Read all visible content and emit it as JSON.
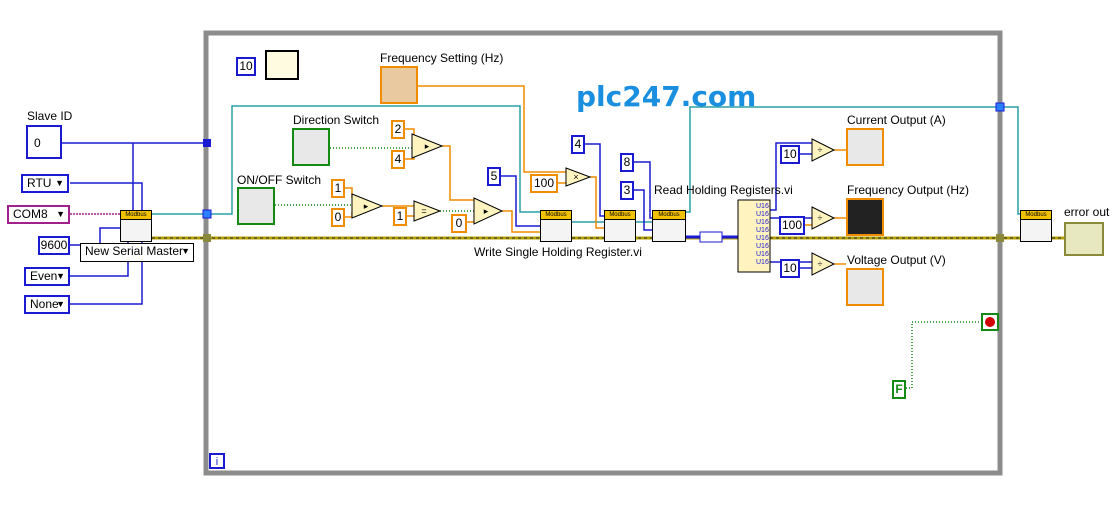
{
  "watermark": "plc247.com",
  "labels": {
    "slave_id": "Slave ID",
    "frequency_setting": "Frequency Setting (Hz)",
    "direction_switch": "Direction Switch",
    "on_off_switch": "ON/OFF Switch",
    "read_holding": "Read Holding Registers.vi",
    "write_single": "Write Single Holding Register.vi",
    "current_output": "Current Output (A)",
    "frequency_output": "Frequency Output (Hz)",
    "voltage_output": "Voltage Output (V)",
    "error_out": "error out"
  },
  "controls": {
    "slave_id_value": "0",
    "mode": "RTU",
    "com_port": "COM8",
    "baud": "9600",
    "parity": "Even",
    "flow": "None",
    "master_type": "New Serial Master"
  },
  "constants": {
    "wait_ms": "10",
    "dir_a": "2",
    "dir_b": "4",
    "onoff_a": "1",
    "onoff_b": "0",
    "eq_const": "1",
    "sel_false": "0",
    "addr_write_freq": "5",
    "freq_mult": "100",
    "addr_write_cmd": "4",
    "read_count": "8",
    "read_addr": "3",
    "div_current": "10",
    "div_freq": "100",
    "div_voltage": "10",
    "stop_bool": "F"
  },
  "colors": {
    "blue_wire": "#1a1ad0",
    "orange_wire": "#f08c00",
    "green_wire": "#138a13",
    "teal_wire": "#2aa0a8",
    "error_wire": "#b4a000",
    "watermark": "#1a8fe0"
  }
}
